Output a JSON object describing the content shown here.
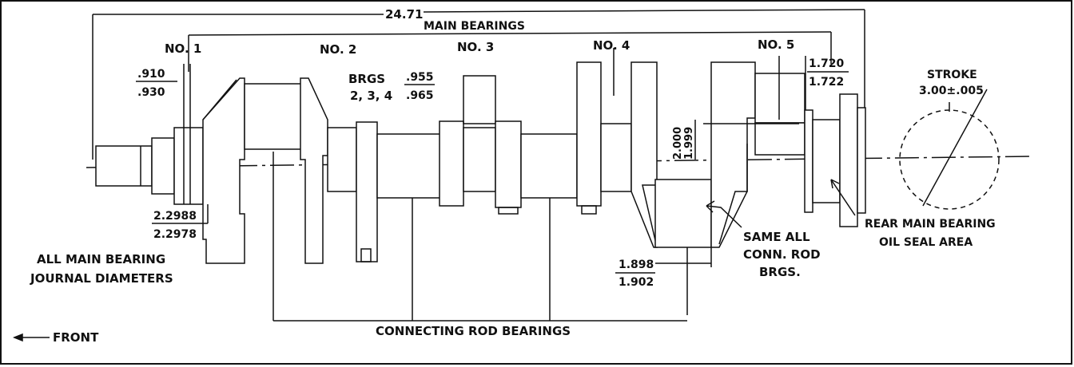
{
  "labels": {
    "overall_length": "24.71",
    "main_bearings": "MAIN BEARINGS",
    "no1": "NO. 1",
    "no2": "NO. 2",
    "no3": "NO. 3",
    "no4": "NO. 4",
    "no5": "NO. 5",
    "no1_width_top": ".910",
    "no1_width_bottom": ".930",
    "brgs_234_line1": "BRGS",
    "brgs_234_line2": "2, 3, 4",
    "brgs_234_top": ".955",
    "brgs_234_bottom": ".965",
    "no5_top": "1.720",
    "no5_bottom": "1.722",
    "stroke_title": "STROKE",
    "stroke_value": "3.00±.005",
    "rod_dia_top": "2.000",
    "rod_dia_bottom": "1.999",
    "main_dia_top": "2.2988",
    "main_dia_bottom": "2.2978",
    "all_main_line1": "ALL MAIN BEARING",
    "all_main_line2": "JOURNAL DIAMETERS",
    "rod_width_top": "1.898",
    "rod_width_bottom": "1.902",
    "same_all_line1": "SAME ALL",
    "same_all_line2": "CONN. ROD",
    "same_all_line3": "BRGS.",
    "rear_line1": "REAR MAIN BEARING",
    "rear_line2": "OIL SEAL AREA",
    "front": "FRONT",
    "conn_rod": "CONNECTING ROD BEARINGS"
  }
}
